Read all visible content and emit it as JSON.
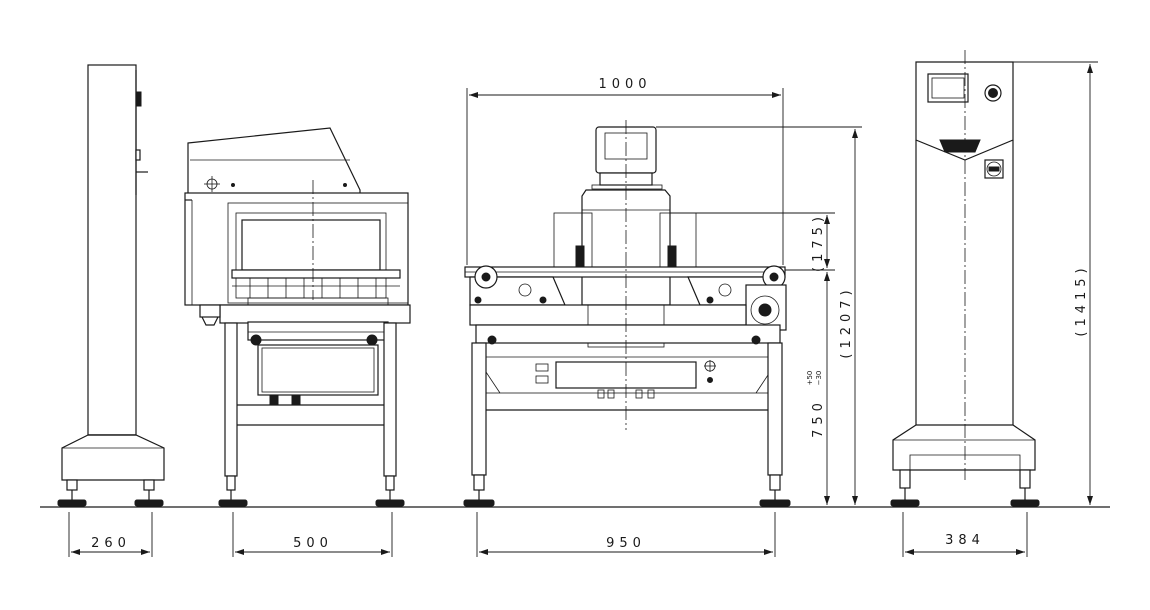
{
  "dimensions": {
    "overall_width": "1000",
    "conveyor_height_detector": "(175)",
    "height_to_belt": "(1207)",
    "total_height": "(1415)",
    "table_height": "750",
    "table_height_tol_plus": "+50",
    "table_height_tol_minus": "−30",
    "side_base_width": "260",
    "end_leg_span": "500",
    "front_leg_span": "950",
    "pillar_base_width": "384"
  }
}
